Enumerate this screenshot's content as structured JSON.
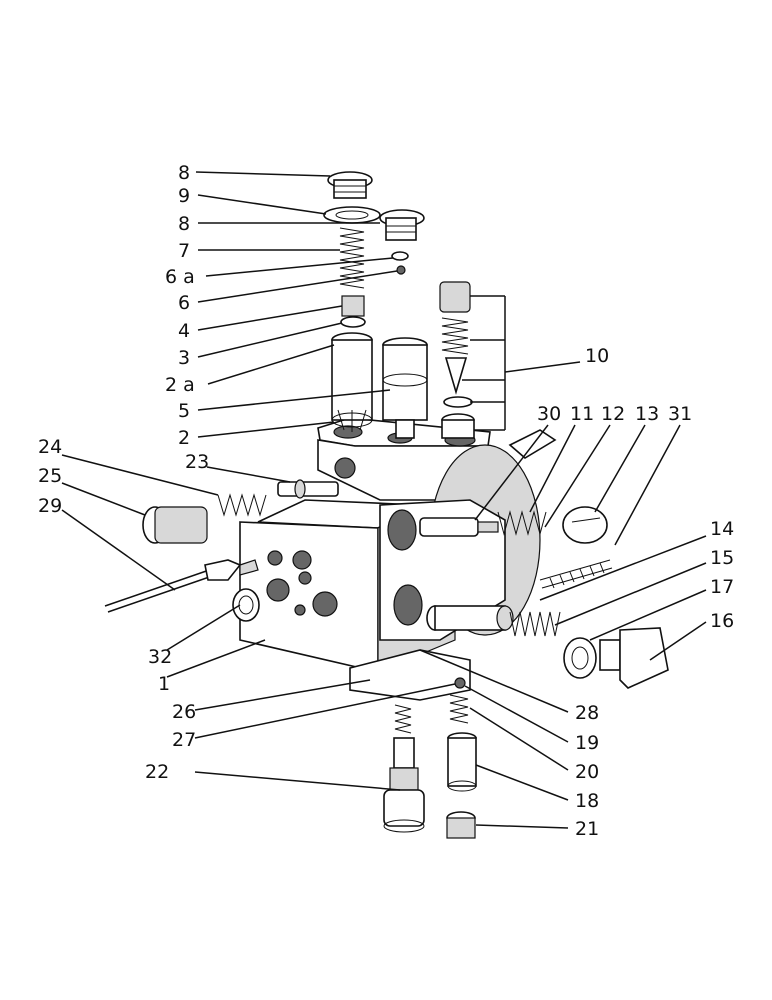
{
  "labels": {
    "l8a": "8",
    "l9": "9",
    "l8b": "8",
    "l7": "7",
    "l6a": "6 a",
    "l6": "6",
    "l4": "4",
    "l3": "3",
    "l2a": "2 a",
    "l5": "5",
    "l2": "2",
    "l10": "10",
    "l30": "30",
    "l11": "11",
    "l12": "12",
    "l13": "13",
    "l31": "31",
    "l24": "24",
    "l23": "23",
    "l25": "25",
    "l29": "29",
    "l14": "14",
    "l15": "15",
    "l17": "17",
    "l16": "16",
    "l32": "32",
    "l1": "1",
    "l26": "26",
    "l28": "28",
    "l27": "27",
    "l19": "19",
    "l20": "20",
    "l22": "22",
    "l18": "18",
    "l21": "21"
  }
}
